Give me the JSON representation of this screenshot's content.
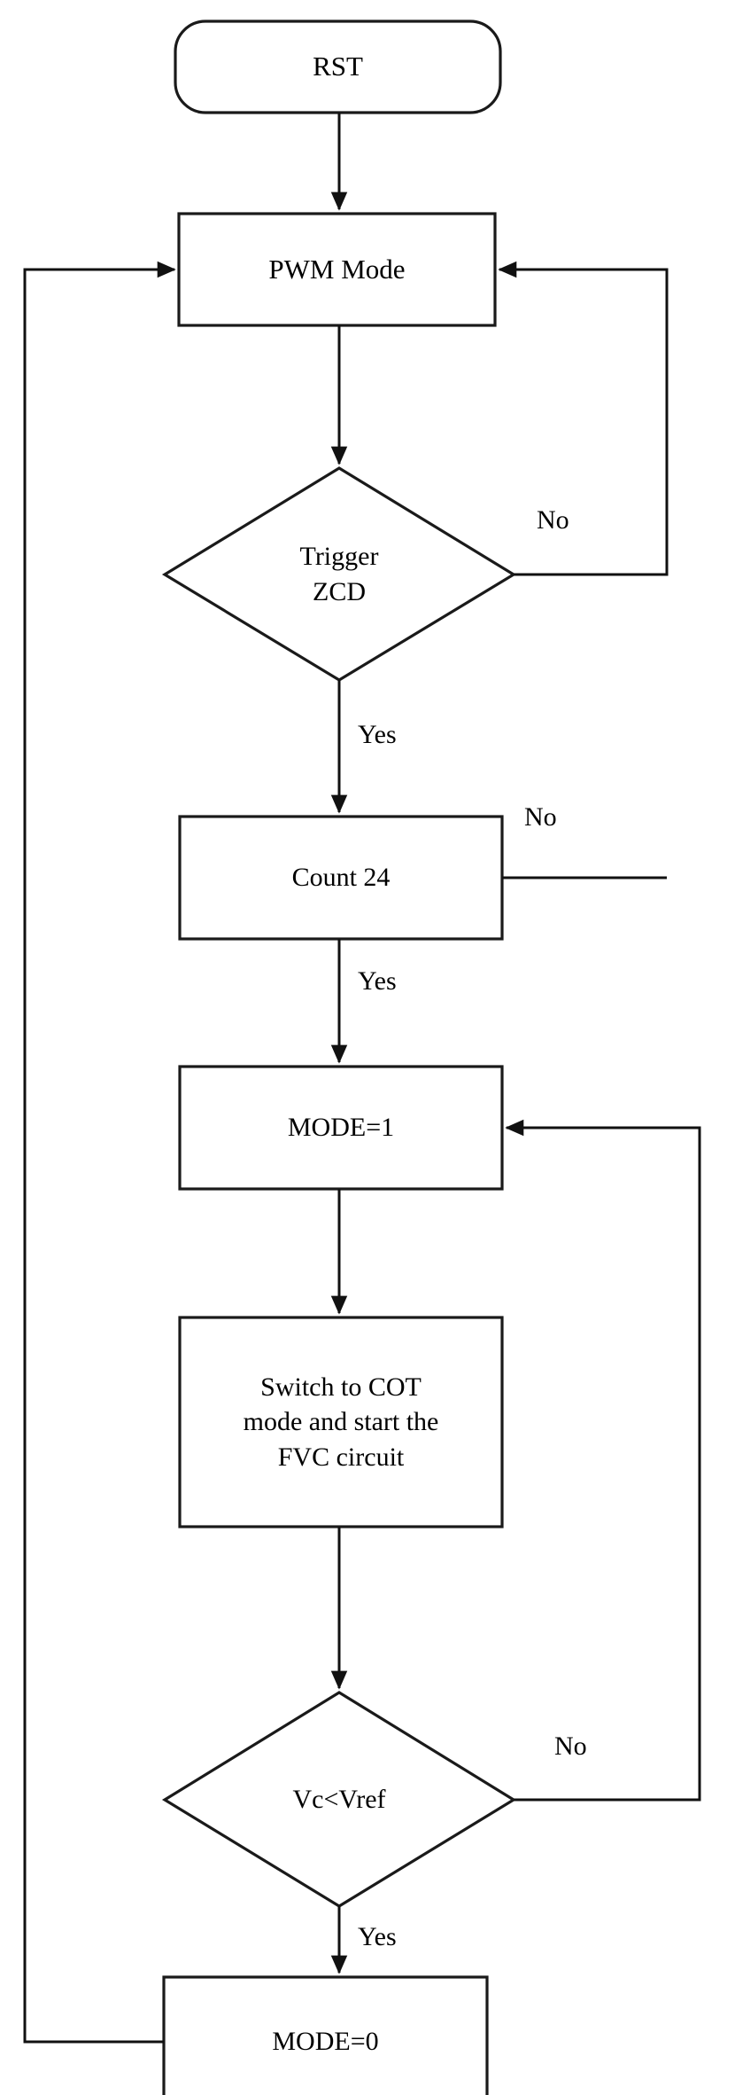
{
  "diagram": {
    "title": "PWM / COT mode control flowchart",
    "stroke_color": "#1a1a1a",
    "fill_color": "#ffffff",
    "text_color": "#000000"
  },
  "nodes": {
    "start": {
      "label": "RST",
      "shape": "rounded-rectangle",
      "font_size": 31
    },
    "pwm_mode": {
      "label": "PWM Mode",
      "shape": "rectangle",
      "font_size": 31
    },
    "trigger_zcd": {
      "label": "Trigger\nZCD",
      "shape": "diamond",
      "font_size": 30
    },
    "count_24": {
      "label": "Count 24",
      "shape": "rectangle",
      "font_size": 30
    },
    "mode_1": {
      "label": "MODE=1",
      "shape": "rectangle",
      "font_size": 30
    },
    "switch_cot": {
      "label": "Switch to COT\nmode and start the\nFVC circuit",
      "shape": "rectangle",
      "font_size": 30
    },
    "vc_vref": {
      "label": "Vc<Vref",
      "shape": "diamond",
      "font_size": 30
    },
    "mode_0": {
      "label": "MODE=0",
      "shape": "rectangle",
      "font_size": 30
    }
  },
  "edge_labels": {
    "zcd_no": "No",
    "zcd_yes": "Yes",
    "count_no": "No",
    "count_yes": "Yes",
    "vc_no": "No",
    "vc_yes": "Yes"
  },
  "chart_data": {
    "type": "diagram",
    "flow": [
      {
        "from": "start",
        "to": "pwm_mode",
        "label": ""
      },
      {
        "from": "pwm_mode",
        "to": "trigger_zcd",
        "label": ""
      },
      {
        "from": "trigger_zcd",
        "to": "count_24",
        "label": "Yes"
      },
      {
        "from": "trigger_zcd",
        "to": "pwm_mode",
        "label": "No"
      },
      {
        "from": "count_24",
        "to": "mode_1",
        "label": "Yes"
      },
      {
        "from": "count_24",
        "to": "pwm_mode",
        "label": "No"
      },
      {
        "from": "mode_1",
        "to": "switch_cot",
        "label": ""
      },
      {
        "from": "switch_cot",
        "to": "vc_vref",
        "label": ""
      },
      {
        "from": "vc_vref",
        "to": "mode_0",
        "label": "Yes"
      },
      {
        "from": "vc_vref",
        "to": "mode_1",
        "label": "No"
      },
      {
        "from": "mode_0",
        "to": "pwm_mode",
        "label": ""
      }
    ]
  }
}
